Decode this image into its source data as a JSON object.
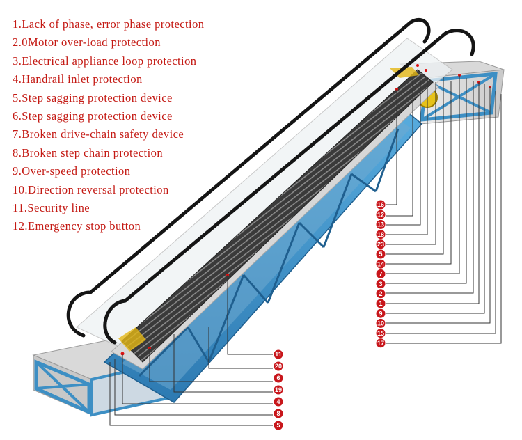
{
  "legend": [
    "1.Lack of phase, error phase protection",
    "2.0Motor over-load protection",
    "3.Electrical appliance loop protection",
    "4.Handrail inlet protection",
    "5.Step sagging protection device",
    "6.Step sagging protection device",
    "7.Broken drive-chain safety device",
    "8.Broken step chain protection",
    "9.Over-speed protection",
    "10.Direction reversal protection",
    "11.Security line",
    "12.Emergency stop button"
  ],
  "callouts_right": [
    "16",
    "12",
    "13",
    "18",
    "23",
    "5",
    "14",
    "7",
    "3",
    "2",
    "1",
    "9",
    "10",
    "15",
    "17"
  ],
  "callouts_bottom": [
    "11",
    "20",
    "6",
    "19",
    "4",
    "8",
    "5"
  ],
  "colors": {
    "legend_text": "#c41a14",
    "truss": "#3d8fc4",
    "callout": "#c8161b"
  }
}
